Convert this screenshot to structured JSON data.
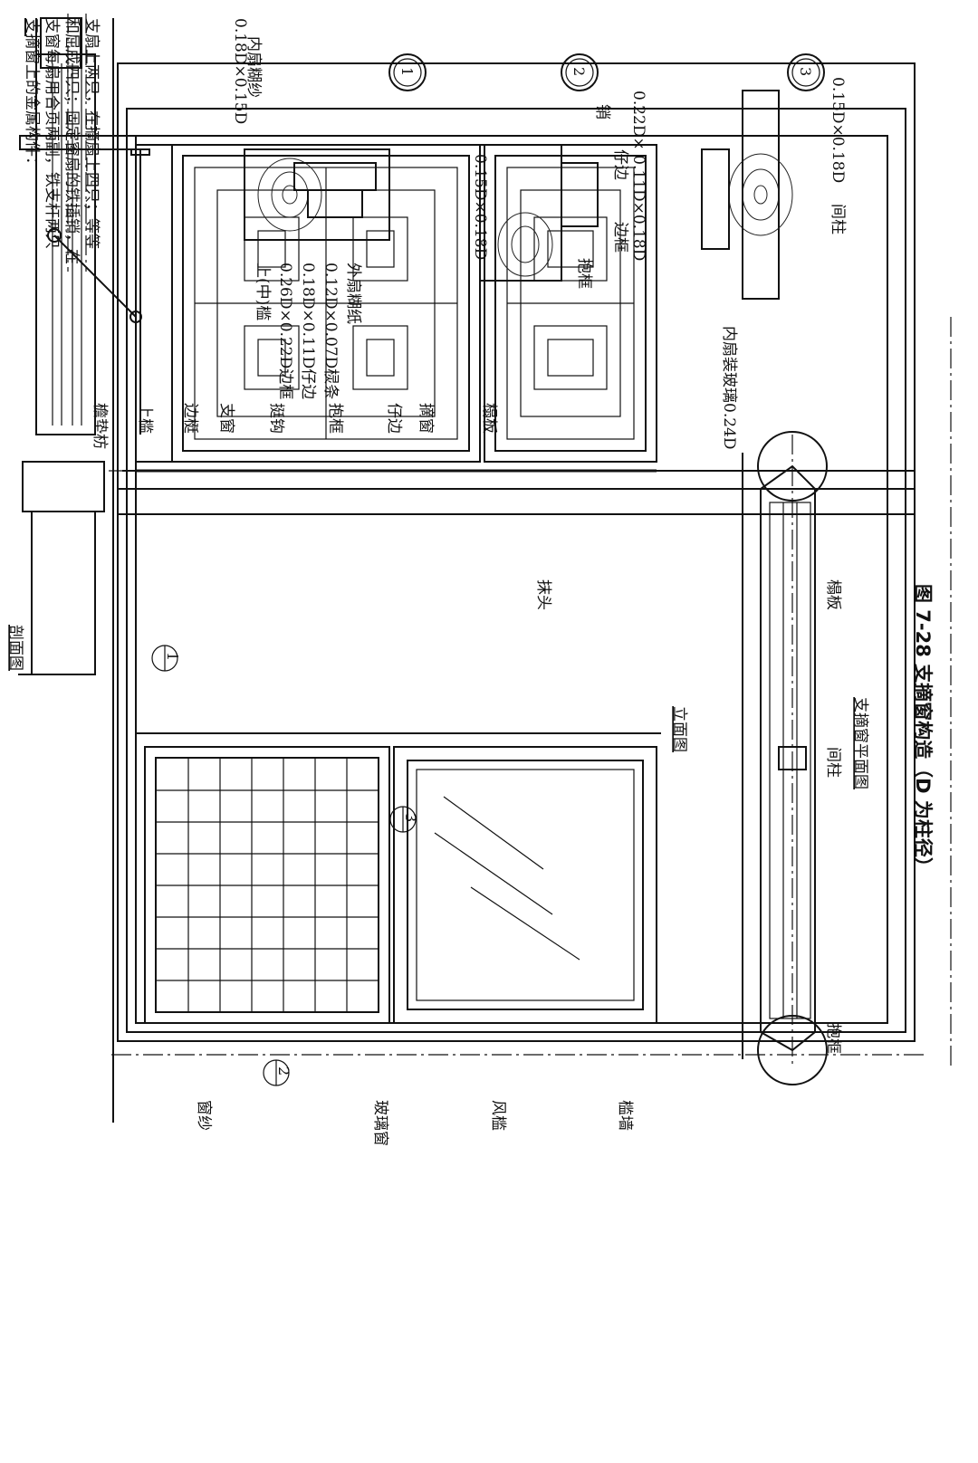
{
  "caption": "图 7-28   支摘窗构造（D 为柱径）",
  "views": {
    "elevation": "立面图",
    "plan": "支摘窗平面图",
    "section": "剖面图"
  },
  "notes": [
    "支摘窗上的金属构件：",
    "支窗每扇用合页两副，铁支杆两只",
    "和屈戌四只；固定窗扇的铁插销，在",
    "支扇上两只，在摘扇上四只；等等"
  ],
  "elevation_labels": {
    "top": [
      "檐垫枋",
      "上槛",
      "边梃",
      "支窗",
      "挺钩",
      "抱框",
      "仔边",
      "摘窗",
      "榻板"
    ],
    "bottom": [
      "窗纱",
      "玻璃窗",
      "风槛",
      "槛墙"
    ],
    "mid": "抹头"
  },
  "plan_labels": [
    "榻板",
    "间柱",
    "抱框"
  ],
  "detail1": {
    "marker": "1",
    "labels": [
      "0.18D×0.15D",
      "内扇糊纱",
      "上(中)槛",
      "0.26D×0.22D边框",
      "0.18D×0.11D仔边",
      "0.12D×0.07D棂条",
      "外扇糊纸"
    ]
  },
  "detail2": {
    "marker": "2",
    "labels": [
      "销",
      "0.15D×0.18D",
      "仔边",
      "边框",
      "0.22D×  0.11D×0.18D",
      "抱框"
    ]
  },
  "detail3": {
    "marker": "3",
    "labels": [
      "0.15D×0.18D",
      "间柱",
      "内扇装玻璃0.24D"
    ]
  },
  "section_markers": [
    "1",
    "2",
    "3"
  ]
}
